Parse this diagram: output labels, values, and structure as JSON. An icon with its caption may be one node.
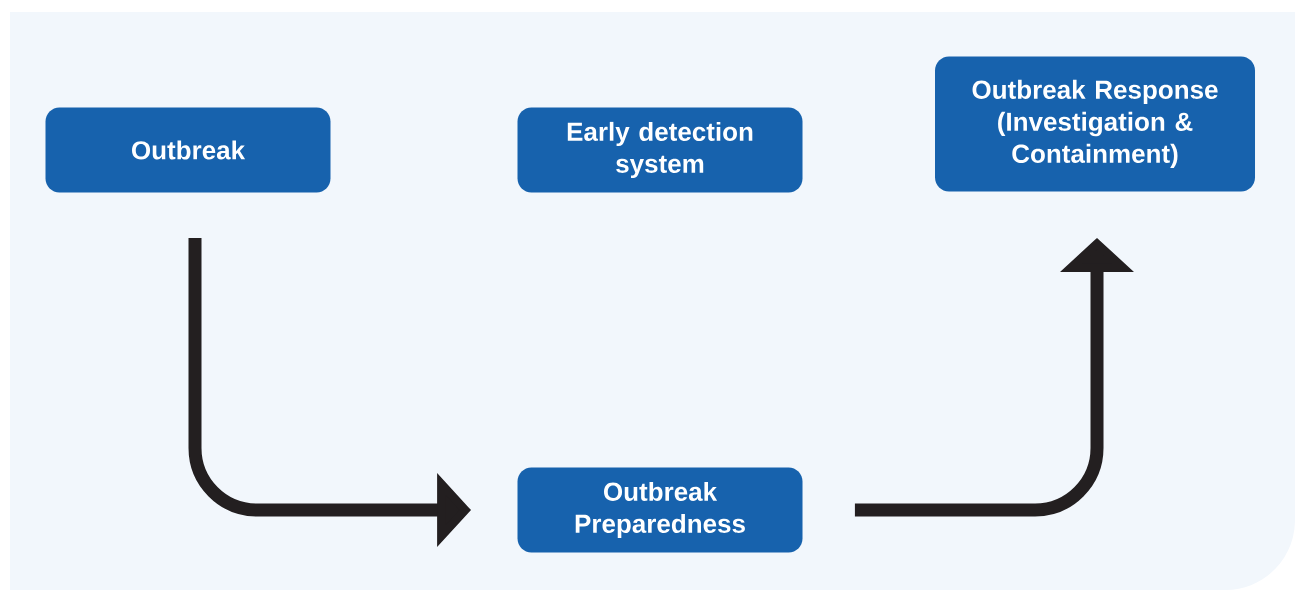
{
  "diagram": {
    "nodes": [
      {
        "text": [
          "Outbreak"
        ]
      },
      {
        "text": [
          "Early detection system"
        ]
      },
      {
        "text": [
          "Outbreak Response (Investigation & Containment)"
        ]
      },
      {
        "text": [
          "Outbreak Preparedness"
        ]
      }
    ],
    "edges": [
      {
        "from": 0,
        "to": 3,
        "arrow": "to"
      },
      {
        "from": 3,
        "to": 2,
        "arrow": "to"
      }
    ]
  }
}
